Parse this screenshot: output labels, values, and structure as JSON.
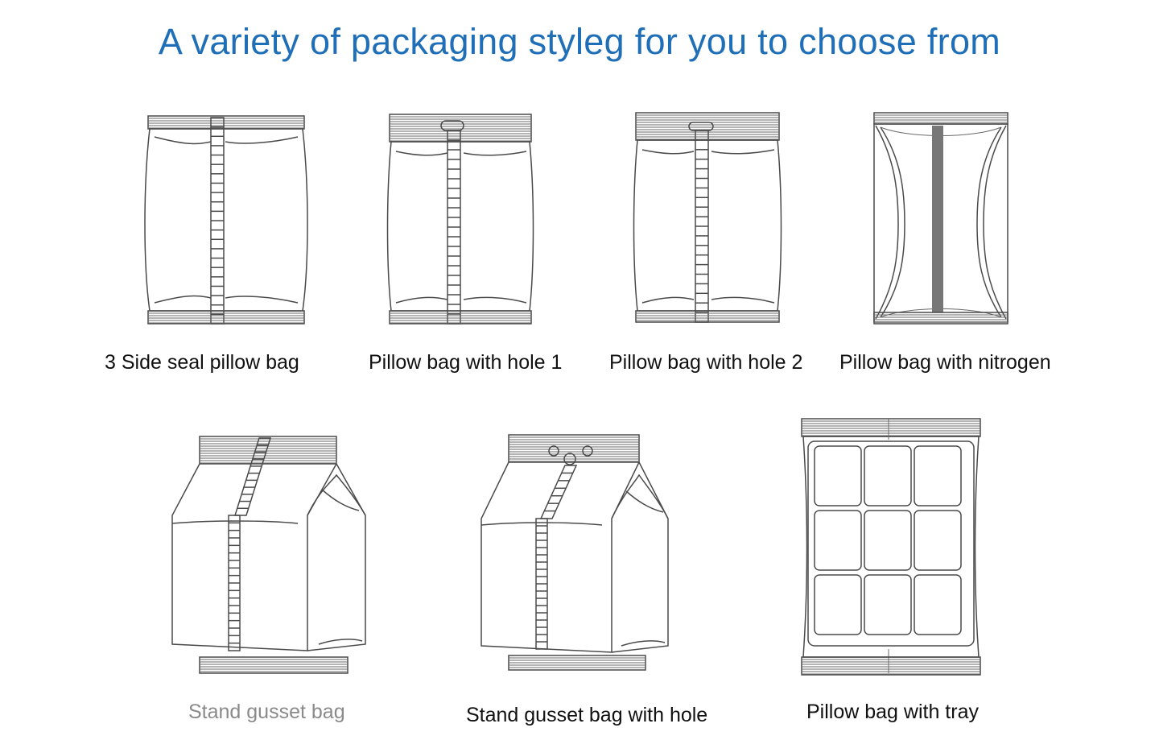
{
  "page": {
    "title": "A variety of packaging styleg for you to choose from",
    "title_color": "#1f6fb8",
    "caption_color": "#111111",
    "muted_caption_color": "#8a8a8a",
    "line_color": "#4a4a4a"
  },
  "styles": [
    {
      "id": "three-side-seal",
      "label": "3 Side seal pillow bag",
      "illustration": "pillow-bag-center-seal"
    },
    {
      "id": "hole-1",
      "label": "Pillow bag with hole 1",
      "illustration": "pillow-bag-hang-hole"
    },
    {
      "id": "hole-2",
      "label": "Pillow bag with hole 2",
      "illustration": "pillow-bag-hang-hole"
    },
    {
      "id": "nitrogen",
      "label": "Pillow bag with nitrogen",
      "illustration": "inflated-pillow-bag"
    },
    {
      "id": "stand-gusset",
      "label": "Stand gusset bag",
      "illustration": "gusset-bag",
      "muted": true
    },
    {
      "id": "stand-gusset-hole",
      "label": "Stand gusset bag with hole",
      "illustration": "gusset-bag-holes"
    },
    {
      "id": "tray",
      "label": "Pillow bag with tray",
      "illustration": "pillow-bag-tray-3x3"
    }
  ]
}
